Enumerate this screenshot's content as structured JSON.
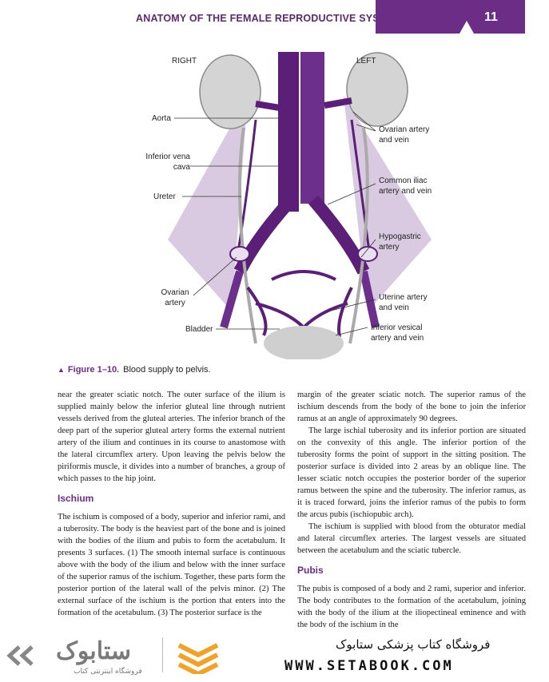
{
  "header": {
    "title": "ANATOMY OF THE FEMALE REPRODUCTIVE SYSTEM",
    "page_number": "11"
  },
  "figure": {
    "labels": {
      "right": "RIGHT",
      "left": "LEFT",
      "aorta": "Aorta",
      "ivc": "Inferior vena cava",
      "ureter": "Ureter",
      "ovarian_artery_left": "Ovarian artery",
      "bladder": "Bladder",
      "ovarian_artery_vein": "Ovarian artery and vein",
      "common_iliac": "Common iliac artery and vein",
      "hypogastric": "Hypogastric artery",
      "uterine": "Uterine artery and vein",
      "inferior_vesical": "Inferior vesical artery and vein"
    },
    "caption_no": "Figure 1–10.",
    "caption_text": "Blood supply to pelvis.",
    "colors": {
      "artery": "#5b1f78",
      "kidney": "#c9c9c9",
      "fan": "#b08fc0"
    }
  },
  "left_column": {
    "p1": "near the greater sciatic notch. The outer surface of the ilium is supplied mainly below the inferior gluteal line through nutrient vessels derived from the gluteal arteries. The inferior branch of the deep part of the superior gluteal artery forms the external nutrient artery of the ilium and continues in its course to anastomose with the lateral circumflex artery. Upon leaving the pelvis below the piriformis muscle, it divides into a number of branches, a group of which passes to the hip joint.",
    "ischium_head": "Ischium",
    "p2": "The ischium is composed of a body, superior and inferior rami, and a tuberosity. The body is the heaviest part of the bone and is joined with the bodies of the ilium and pubis to form the acetabulum. It presents 3 surfaces. (1) The smooth internal surface is continuous above with the body of the ilium and below with the inner surface of the superior ramus of the ischium. Together, these parts form the posterior portion of the lateral wall of the pelvis minor. (2) The external surface of the ischium is the portion that enters into the formation of the acetabulum. (3) The posterior surface is the"
  },
  "right_column": {
    "p1": "margin of the greater sciatic notch. The superior ramus of the ischium descends from the body of the bone to join the inferior ramus at an angle of approximately 90 degrees.",
    "p2": "The large ischial tuberosity and its inferior portion are situated on the convexity of this angle. The inferior portion of the tuberosity forms the point of support in the sitting position. The posterior surface is divided into 2 areas by an oblique line. The lesser sciatic notch occupies the posterior border of the superior ramus between the spine and the tuberosity. The inferior ramus, as it is traced forward, joins the inferior ramus of the pubis to form the arcus pubis (ischiopubic arch).",
    "p3": "The ischium is supplied with blood from the obturator medial and lateral circumflex arteries. The largest vessels are situated between the acetabulum and the sciatic tubercle.",
    "pubis_head": "Pubis",
    "p4": "The pubis is composed of a body and 2 rami, superior and inferior. The body contributes to the formation of the acetabulum, joining with the body of the ilium at the iliopectineal eminence and with the body of the ischium in the"
  },
  "watermark": {
    "logo_text": "ستابوک",
    "logo_sub": "فروشگاه اینترنتی کتاب",
    "store_name_fa": "فروشگاه کتاب پزشکی ستابوک",
    "store_url": "WWW.SETABOOK.COM"
  }
}
